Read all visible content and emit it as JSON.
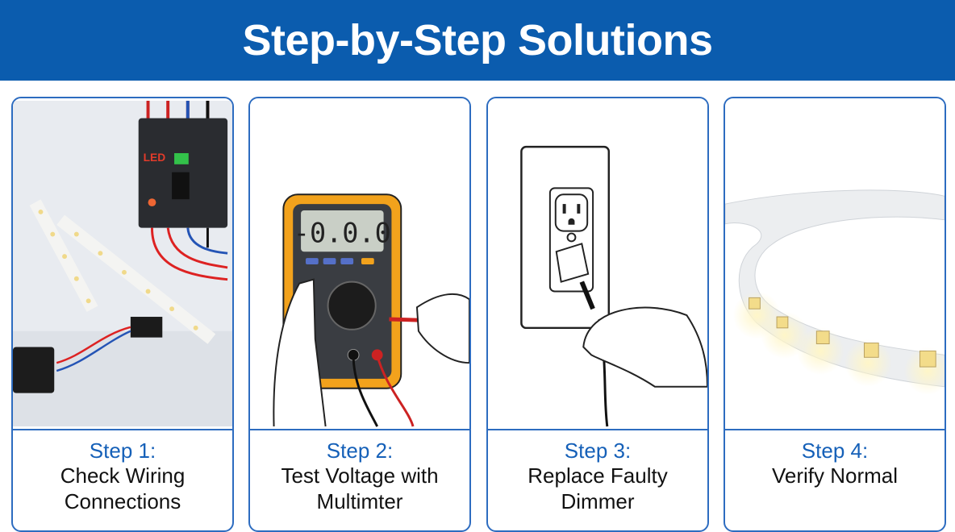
{
  "header": {
    "title": "Step-by-Step Solutions"
  },
  "colors": {
    "header_bg": "#0b5cae",
    "accent": "#1560b8",
    "border": "#2d6cc0"
  },
  "steps": [
    {
      "label": "Step 1:",
      "text_line1": "Check Wiring",
      "text_line2": "Connections",
      "breaker_label": "LED"
    },
    {
      "label": "Step 2:",
      "text_line1": "Test Voltage with",
      "text_line2": "Multimter",
      "display": "-0.0.0"
    },
    {
      "label": "Step 3:",
      "text_line1": "Replace Faulty",
      "text_line2": "Dimmer"
    },
    {
      "label": "Step 4:",
      "text_line1": "Verify Normal",
      "text_line2": ""
    }
  ]
}
